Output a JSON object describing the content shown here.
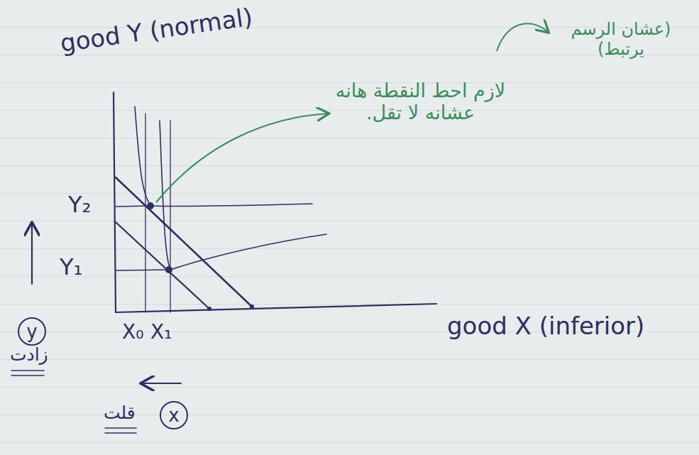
{
  "diagram": {
    "nodes": [
      {
        "text": [
          "y"
        ]
      },
      {
        "text": [
          "x"
        ]
      }
    ],
    "labels": [
      "good Y (normal)",
      "(عشان الرسم يرتبط)",
      "لازم احط النقطة هانه عشانه لا تقل.",
      "Y₂",
      "Y₁",
      "X₀",
      "X₁",
      "good X (inferior)",
      "زادت",
      "قلت"
    ]
  }
}
